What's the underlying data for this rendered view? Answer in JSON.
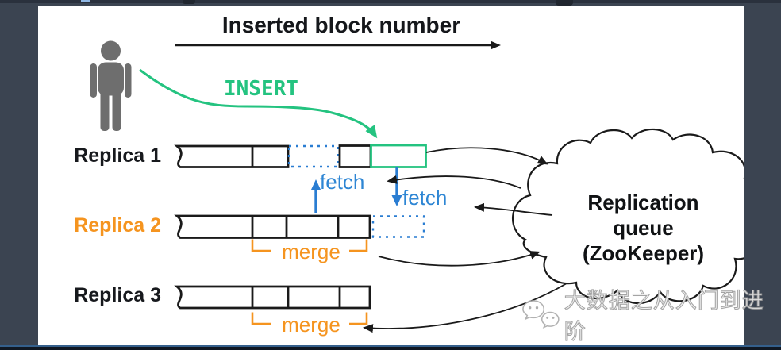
{
  "header": {
    "label": "Inserted block number"
  },
  "insert": {
    "label": "INSERT"
  },
  "replicas": [
    {
      "label": "Replica 1"
    },
    {
      "label": "Replica 2"
    },
    {
      "label": "Replica 3"
    }
  ],
  "fetch_labels": [
    "fetch",
    "fetch"
  ],
  "merge_labels": [
    "merge",
    "merge"
  ],
  "cloud": {
    "line1": "Replication",
    "line2": "queue",
    "line3": "(ZooKeeper)"
  },
  "watermark": {
    "text": "大数据之从入门到进阶",
    "icon": "wechat-icon"
  },
  "colors": {
    "insert_green": "#24C380",
    "fetch_blue": "#2A7DD2",
    "merge_orange": "#F5941F",
    "frame_slate": "#3B4451",
    "stroke_black": "#1A1A1A"
  }
}
